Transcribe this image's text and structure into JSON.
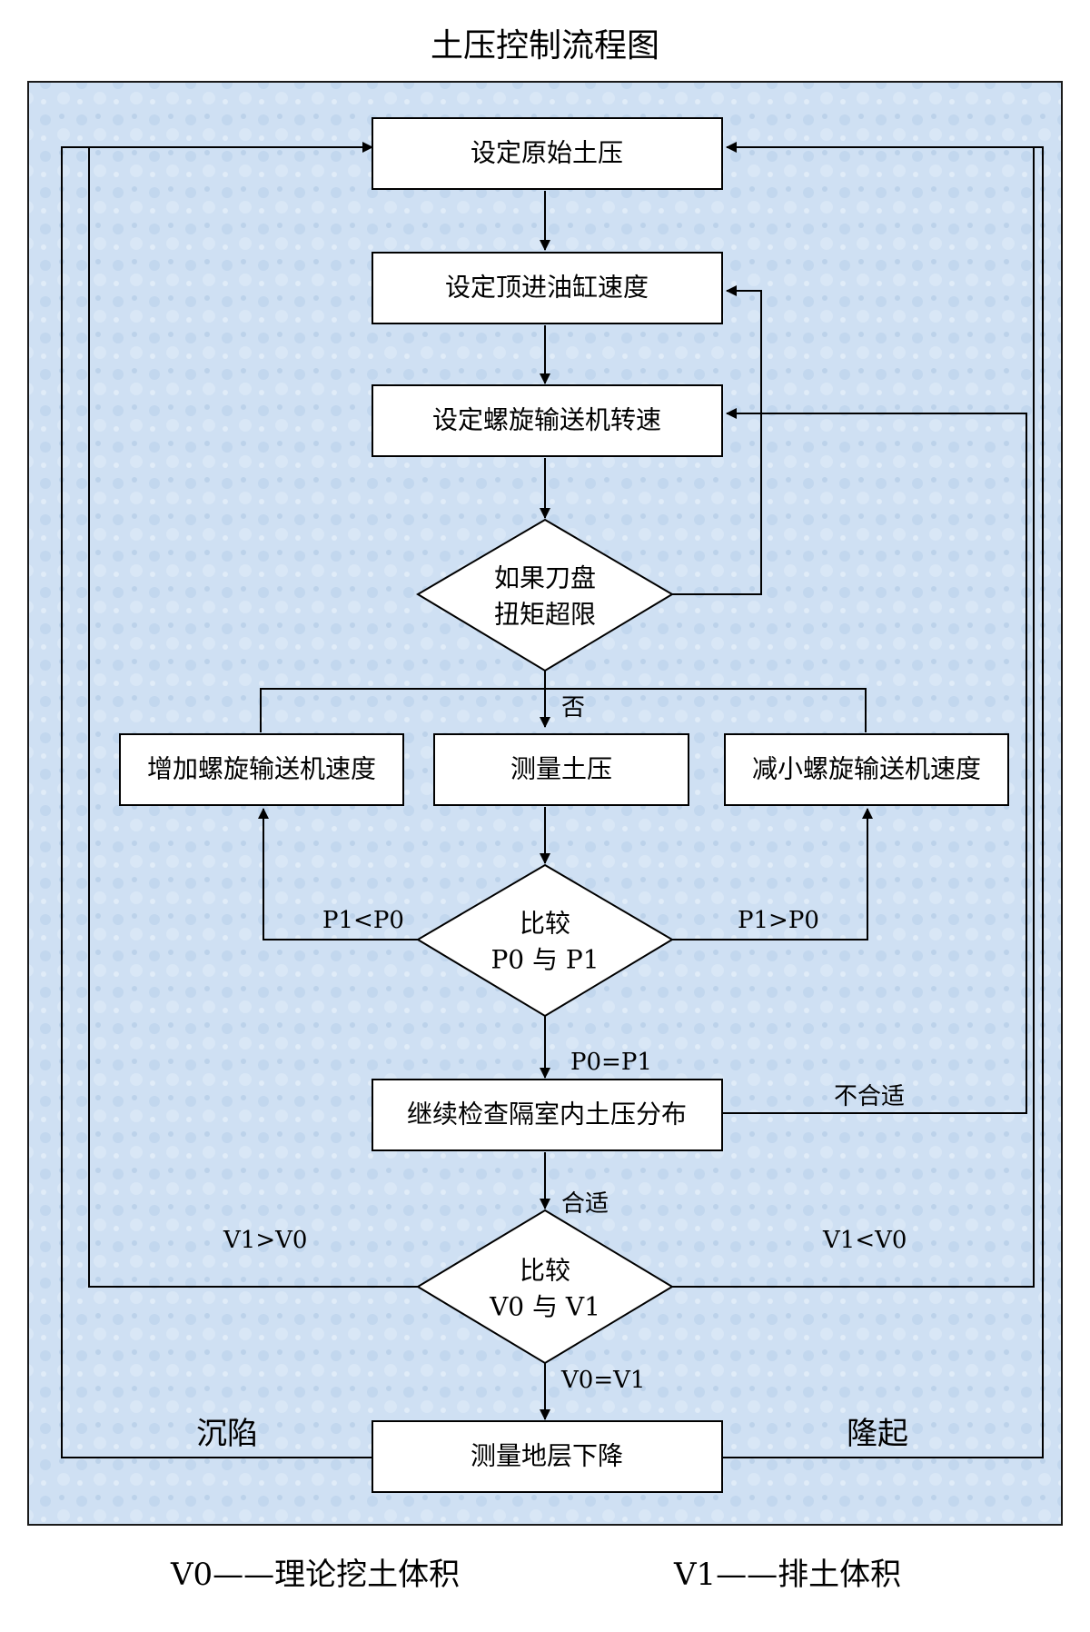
{
  "title": "土压控制流程图",
  "colors": {
    "panel_bg": "#cfe0f3",
    "panel_border": "#1a1a1a",
    "node_fill": "#ffffff",
    "line": "#000000"
  },
  "nodes": {
    "set_original_pressure": "设定原始土压",
    "set_cylinder_speed": "设定顶进油缸速度",
    "set_screw_speed": "设定螺旋输送机转速",
    "torque_check_line1": "如果刀盘",
    "torque_check_line2": "扭矩超限",
    "increase_screw_speed": "增加螺旋输送机速度",
    "measure_pressure": "测量土压",
    "decrease_screw_speed": "减小螺旋输送机速度",
    "compare_p_line1": "比较",
    "compare_p_line2": "P0 与 P1",
    "check_distribution": "继续检查隔室内土压分布",
    "compare_v_line1": "比较",
    "compare_v_line2": "V0 与 V1",
    "measure_ground": "测量地层下降"
  },
  "labels": {
    "no": "否",
    "p1_lt_p0": "P1<P0",
    "p1_gt_p0": "P1>P0",
    "p0_eq_p1": "P0=P1",
    "not_suitable": "不合适",
    "suitable": "合适",
    "v1_gt_v0": "V1>V0",
    "v1_lt_v0": "V1<V0",
    "v0_eq_v1": "V0=V1",
    "subsidence": "沉陷",
    "heave": "隆起"
  },
  "legend": {
    "v0": "V0——理论挖土体积",
    "v1": "V1——排土体积"
  }
}
